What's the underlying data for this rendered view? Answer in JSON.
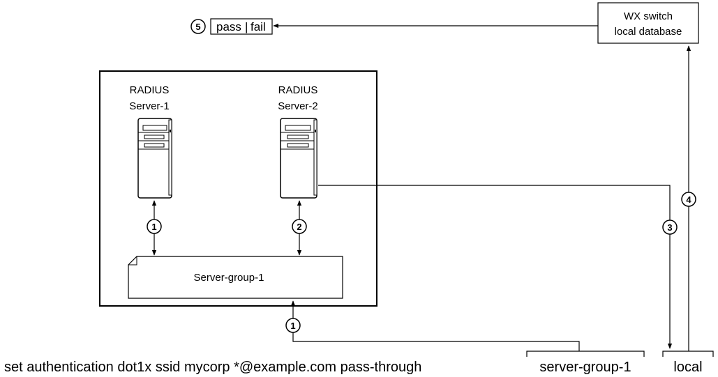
{
  "pass_fail": {
    "step": "5",
    "pass": "pass",
    "separator": "|",
    "fail": "fail"
  },
  "switch_box": {
    "line1": "WX switch",
    "line2": "local database"
  },
  "servers": [
    {
      "line1": "RADIUS",
      "line2": "Server-1"
    },
    {
      "line1": "RADIUS",
      "line2": "Server-2"
    }
  ],
  "server_group_label": "Server-group-1",
  "steps": {
    "s1_top": "1",
    "s2": "2",
    "s1_bottom": "1",
    "s3": "3",
    "s4": "4"
  },
  "command": {
    "main": "set authentication dot1x ssid mycorp *@example.com pass-through",
    "group": "server-group-1",
    "local": "local"
  },
  "colors": {
    "line": "#000000",
    "server_fill": "#ffffff"
  }
}
